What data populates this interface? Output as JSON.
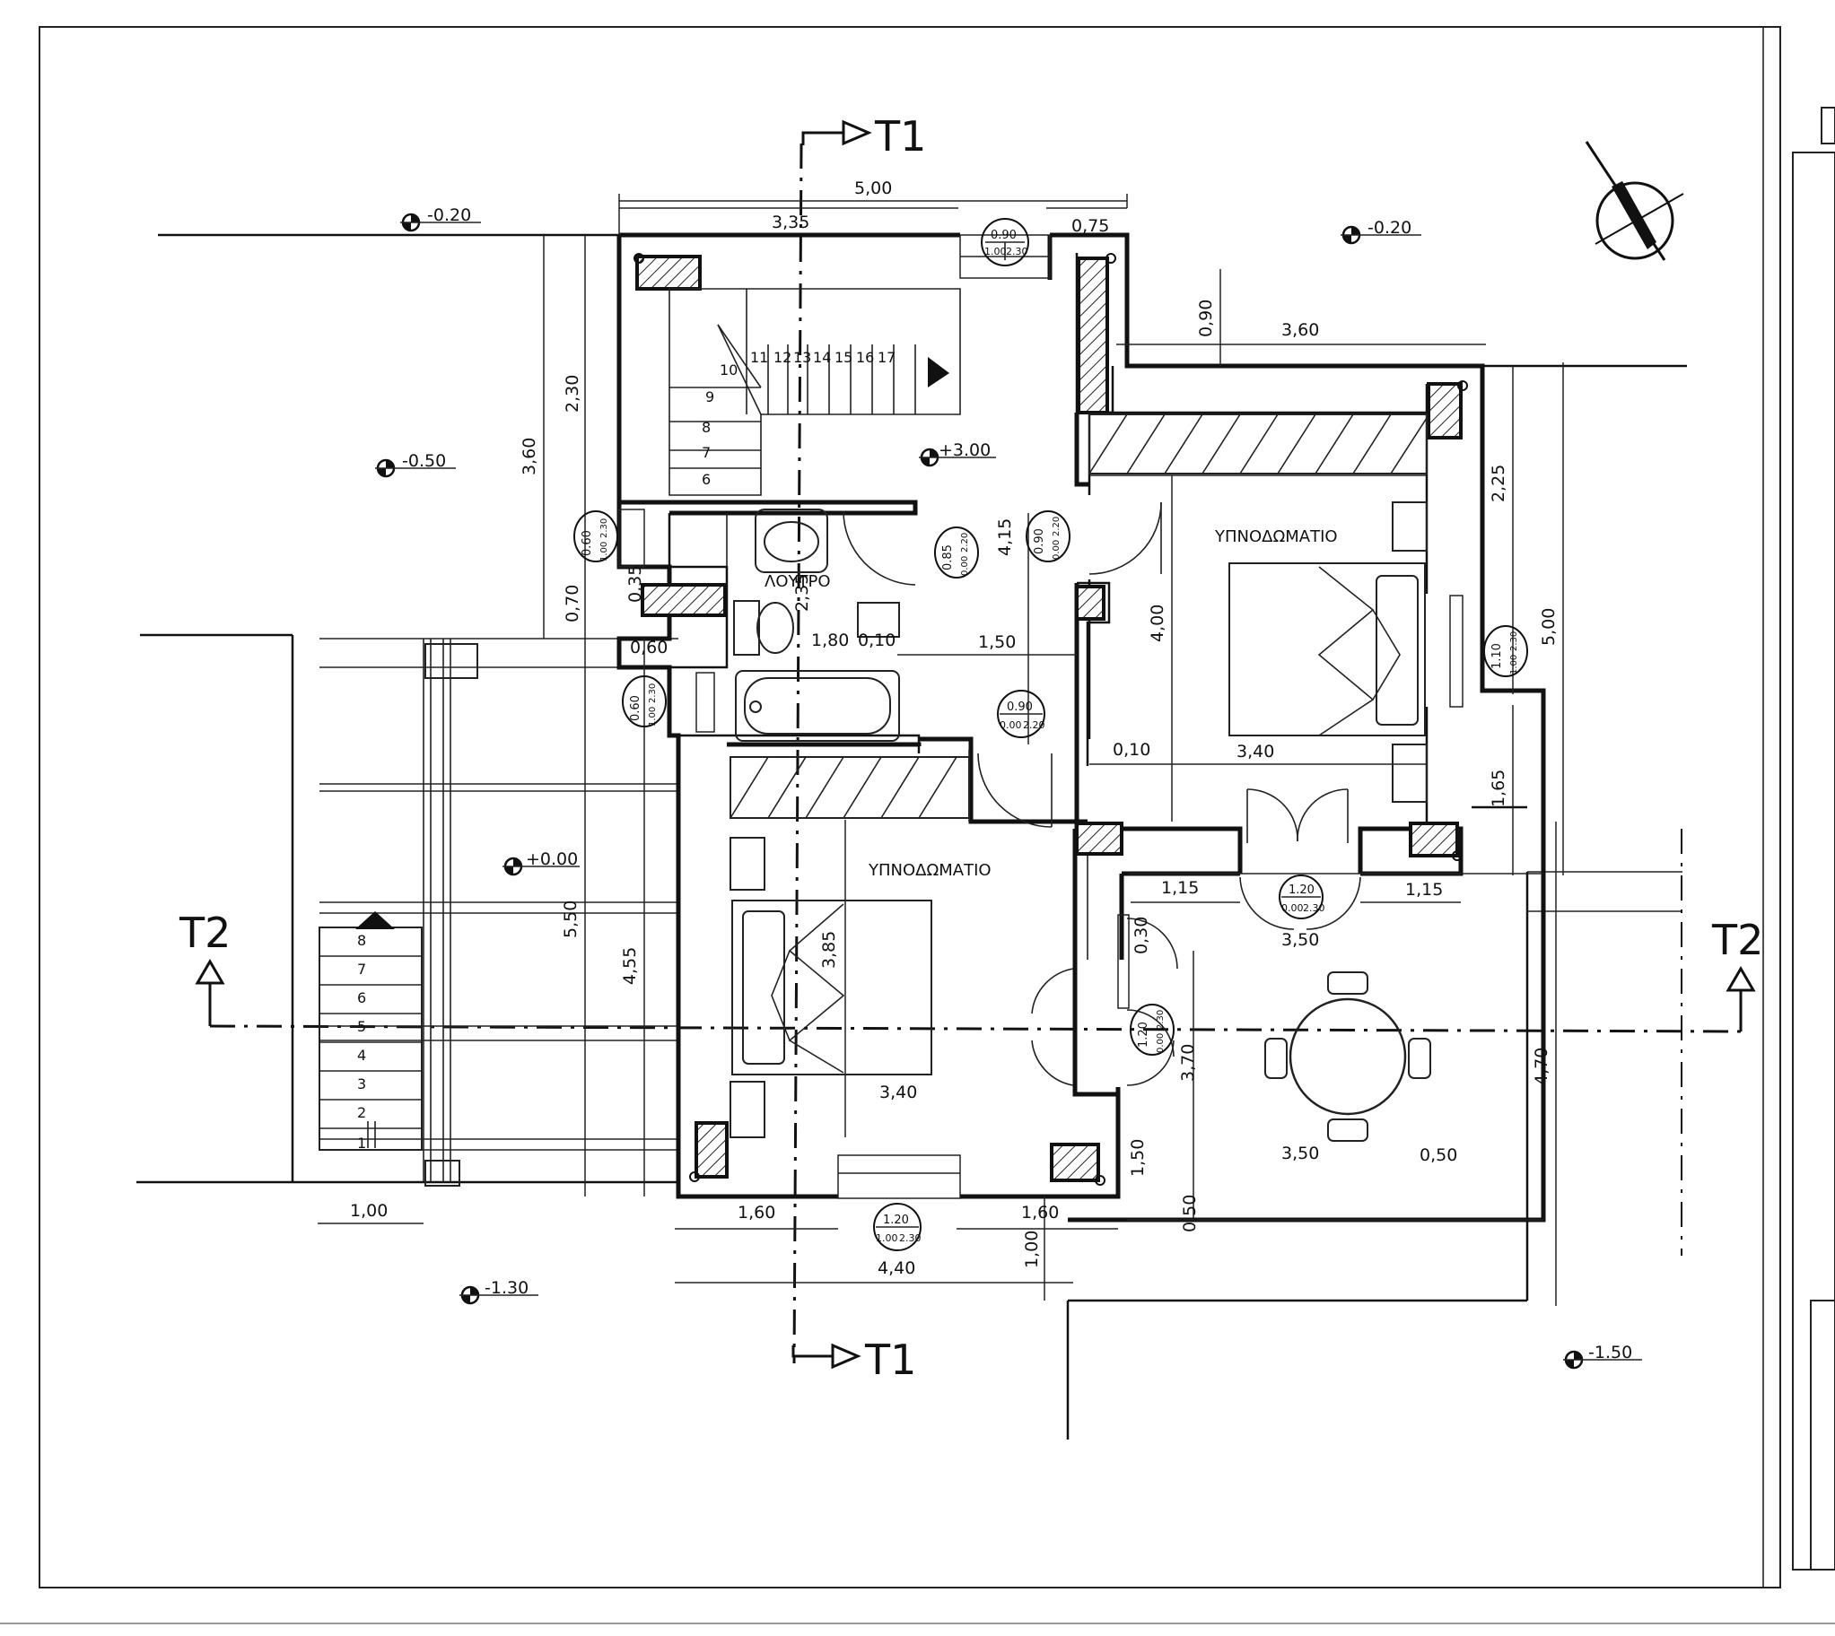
{
  "sections": {
    "t1": "T1",
    "t2": "T2"
  },
  "rooms": {
    "bedroom": "ΥΠΝΟΔΩΜΑΤΙΟ",
    "bath": "ΛΟΥΤΡΟ"
  },
  "levels": [
    "-0.20",
    "-0.20",
    "-0.50",
    "+3.00",
    "+0.00",
    "-1.30",
    "-1.50"
  ],
  "dims": {
    "d500": "5,00",
    "d335": "3,35",
    "d075": "0,75",
    "d090": "0,90",
    "d360": "3,60",
    "d230": "2,30",
    "d360v": "3,60",
    "d225": "2,25",
    "d070": "0,70",
    "d035": "0,35",
    "d060": "0,60",
    "d415": "4,15",
    "d400": "4,00",
    "d500v": "5,00",
    "d180": "1,80",
    "d010": "0,10",
    "d150": "1,50",
    "d010b": "0,10",
    "d340": "3,40",
    "d165": "1,65",
    "d550": "5,50",
    "d455": "4,55",
    "d385": "3,85",
    "d340b": "3,40",
    "d115": "1,15",
    "d115b": "1,15",
    "d350": "3,50",
    "d030": "0,30",
    "d370": "3,70",
    "d470": "4,70",
    "d350b": "3,50",
    "d050": "0,50",
    "d150v": "1,50",
    "d050v": "0,50",
    "d100": "1,00",
    "d160": "1,60",
    "d160b": "1,60",
    "d440": "4,40",
    "d100v": "1,00",
    "d235": "2,35"
  },
  "windows": {
    "w1": [
      "0.90",
      "1.00",
      "2.30"
    ],
    "w2": [
      "0.60",
      "1.00",
      "2.30"
    ],
    "w3": [
      "0.85",
      "0.00",
      "2.20"
    ],
    "w4": [
      "0.90",
      "0.00",
      "2.20"
    ],
    "w5": [
      "0.60",
      "1.00",
      "2.30"
    ],
    "w6": [
      "0.90",
      "0.00",
      "2.20"
    ],
    "w7": [
      "1.10",
      "1.00",
      "2.30"
    ],
    "w8": [
      "1.20",
      "0.00",
      "2.30"
    ],
    "w9": [
      "1.20",
      "0.00",
      "2.30"
    ],
    "w10": [
      "1.20",
      "1.00",
      "2.30"
    ]
  },
  "stairs_main": [
    "6",
    "7",
    "8",
    "9",
    "10",
    "11",
    "12",
    "13",
    "14",
    "15",
    "16",
    "17"
  ],
  "stairs_ext": [
    "1",
    "2",
    "3",
    "4",
    "5",
    "6",
    "7",
    "8"
  ]
}
